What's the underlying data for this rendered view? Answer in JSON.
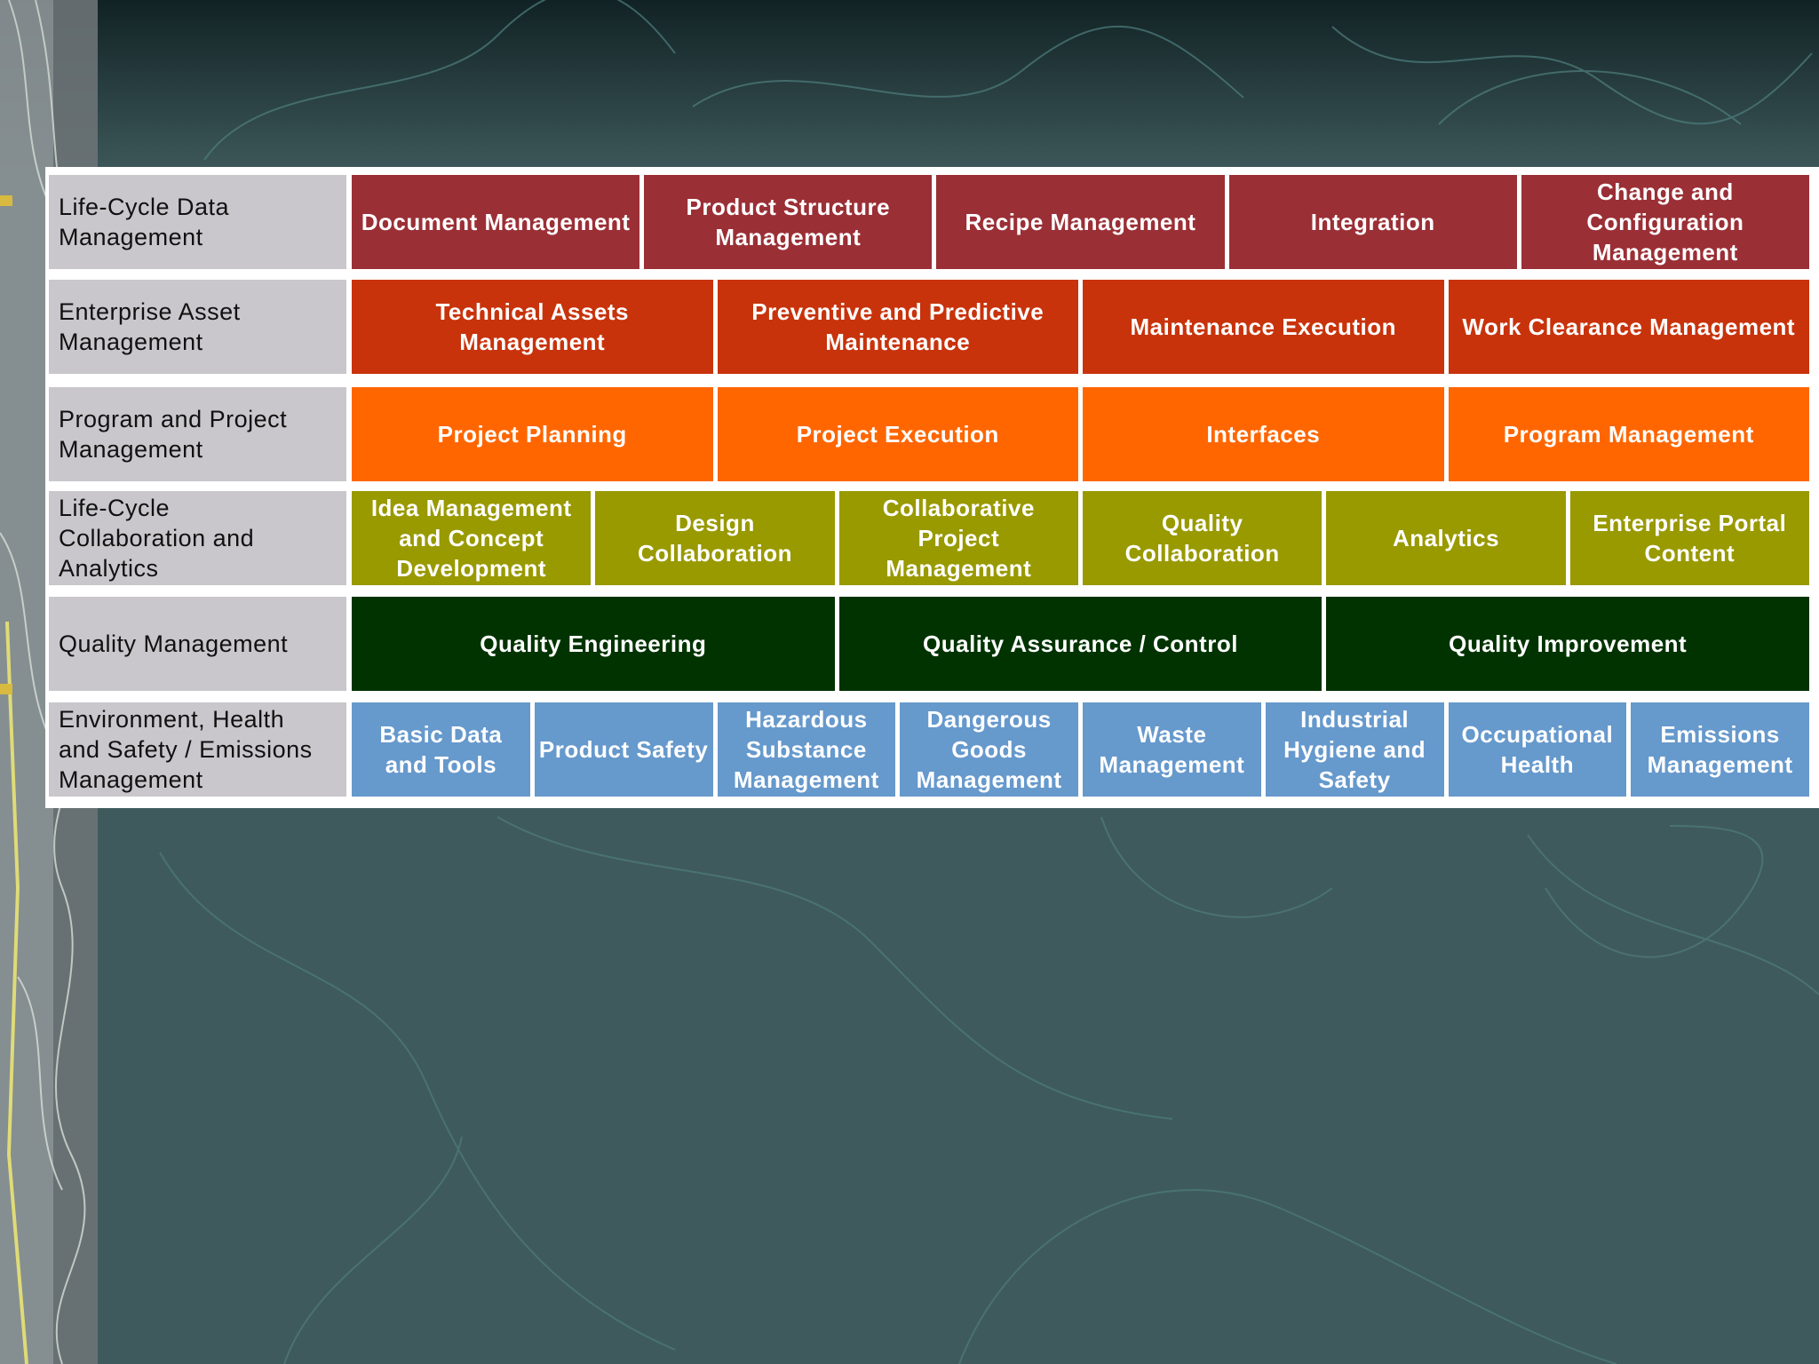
{
  "colors": {
    "background": "#3f5a5c",
    "label_bg": "#c9c7cb",
    "row_colors": [
      "#9b2f36",
      "#c8330b",
      "#ff6600",
      "#999900",
      "#003300",
      "#6699cc"
    ]
  },
  "rows": [
    {
      "label": "Life-Cycle Data\nManagement",
      "cells": [
        "Document Management",
        "Product Structure\nManagement",
        "Recipe Management",
        "Integration",
        "Change and\nConfiguration\nManagement"
      ]
    },
    {
      "label": "Enterprise Asset\nManagement",
      "cells": [
        "Technical Assets\nManagement",
        "Preventive and Predictive\nMaintenance",
        "Maintenance Execution",
        "Work Clearance Management"
      ]
    },
    {
      "label": "Program and Project\nManagement",
      "cells": [
        "Project Planning",
        "Project Execution",
        "Interfaces",
        "Program Management"
      ]
    },
    {
      "label": "Life-Cycle\nCollaboration and\nAnalytics",
      "cells": [
        "Idea Management\nand Concept\nDevelopment",
        "Design\nCollaboration",
        "Collaborative\nProject\nManagement",
        "Quality\nCollaboration",
        "Analytics",
        "Enterprise Portal\nContent"
      ]
    },
    {
      "label": "Quality Management",
      "cells": [
        "Quality Engineering",
        "Quality Assurance / Control",
        "Quality Improvement"
      ]
    },
    {
      "label": "Environment, Health\nand Safety / Emissions\nManagement",
      "cells": [
        "Basic Data\nand Tools",
        "Product Safety",
        "Hazardous\nSubstance\nManagement",
        "Dangerous\nGoods\nManagement",
        "Waste\nManagement",
        "Industrial\nHygiene and\nSafety",
        "Occupational\nHealth",
        "Emissions\nManagement"
      ]
    }
  ]
}
